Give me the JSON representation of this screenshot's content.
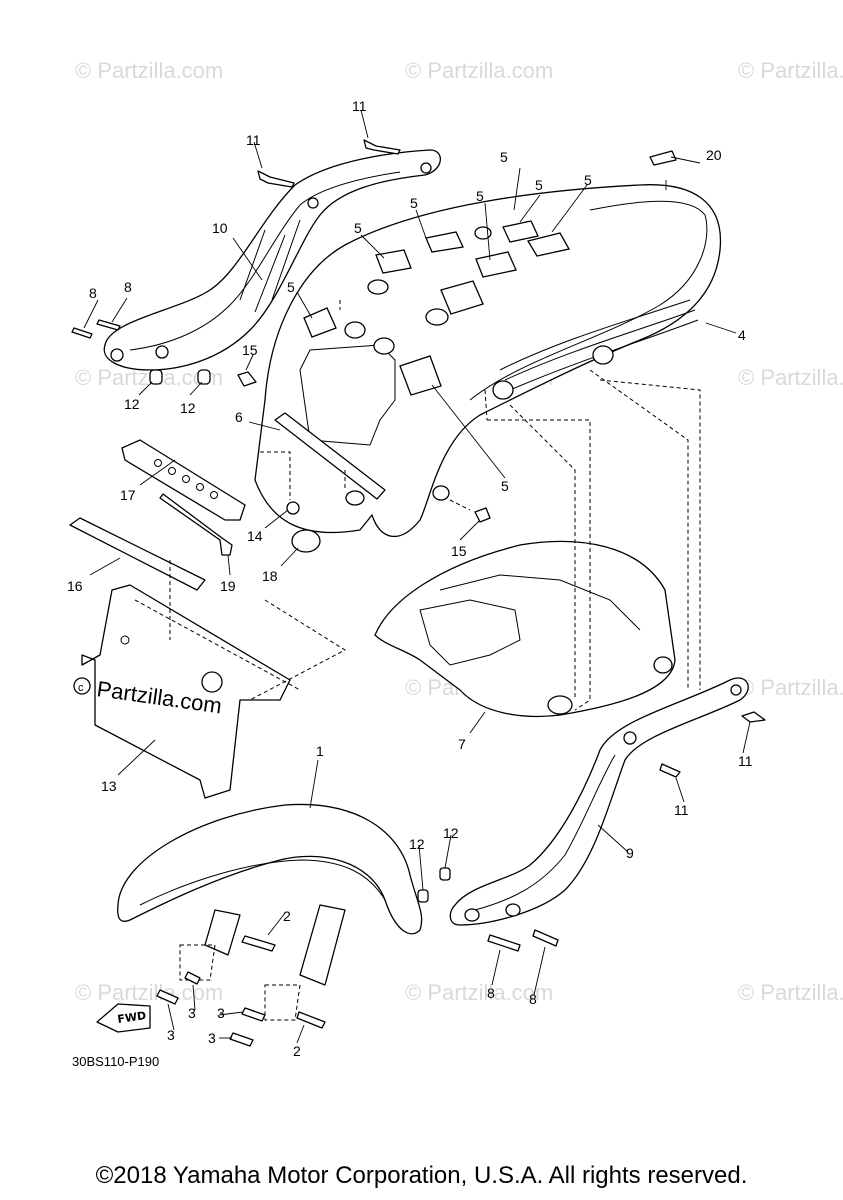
{
  "watermark": {
    "text": "© Partzilla.com",
    "brand": "Partzilla.com"
  },
  "diagram_code": "30BS110-P190",
  "fwd_label": "FWD",
  "copyright": "©2018 Yamaha Motor Corporation, U.S.A. All rights reserved.",
  "callouts": {
    "c1": "1",
    "c2a": "2",
    "c2b": "2",
    "c3a": "3",
    "c3b": "3",
    "c3c": "3",
    "c3d": "3",
    "c4": "4",
    "c5a": "5",
    "c5b": "5",
    "c5c": "5",
    "c5d": "5",
    "c5e": "5",
    "c5f": "5",
    "c5g": "5",
    "c5h": "5",
    "c6": "6",
    "c7": "7",
    "c8a": "8",
    "c8b": "8",
    "c8c": "8",
    "c8d": "8",
    "c9": "9",
    "c10": "10",
    "c11a": "11",
    "c11b": "11",
    "c11c": "11",
    "c11d": "11",
    "c12a": "12",
    "c12b": "12",
    "c12c": "12",
    "c12d": "12",
    "c13": "13",
    "c14": "14",
    "c15a": "15",
    "c15b": "15",
    "c16": "16",
    "c17": "17",
    "c18": "18",
    "c19": "19",
    "c20": "20"
  }
}
